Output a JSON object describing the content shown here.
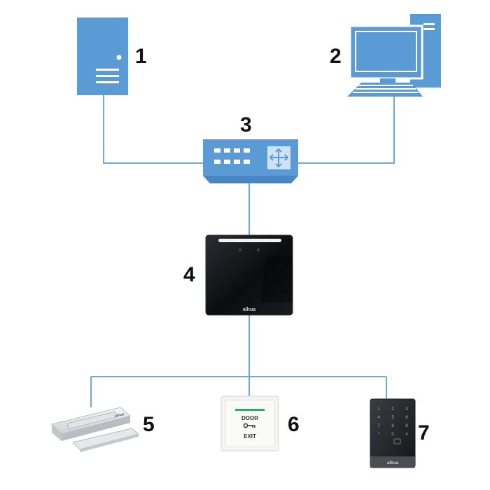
{
  "numbers": {
    "server": "1",
    "workstation": "2",
    "switch": "3",
    "terminal": "4",
    "maglock": "5",
    "exit_button": "6",
    "keypad": "7"
  },
  "brand": "alhua",
  "exit_button_text": {
    "line1": "DOOR",
    "line2": "EXIT"
  },
  "keypad_keys": [
    "1",
    "2",
    "3",
    "4",
    "5",
    "6",
    "7",
    "8",
    "9",
    "*",
    "0",
    "#"
  ],
  "colors": {
    "device_blue": "#5b9bd5",
    "line_blue": "#6fa8dc",
    "terminal_dark": "#101215",
    "number_text": "#111111"
  }
}
